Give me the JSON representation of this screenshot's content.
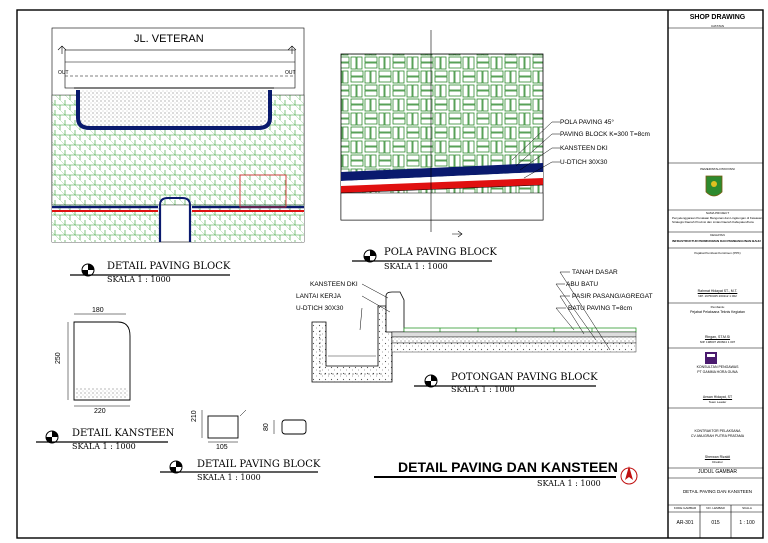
{
  "street_label": "JL. VETERAN",
  "plan_marks": [
    "OUT",
    "OUT"
  ],
  "details": {
    "paving_plan": {
      "title": "DETAIL PAVING BLOCK",
      "scale": "SKALA 1 : 1000"
    },
    "pattern": {
      "title": "POLA PAVING BLOCK",
      "scale": "SKALA 1 : 1000"
    },
    "kansteen": {
      "title": "DETAIL KANSTEEN",
      "scale": "SKALA 1 : 1000"
    },
    "paving_block": {
      "title": "DETAIL PAVING BLOCK",
      "scale": "SKALA 1 : 1000"
    },
    "section": {
      "title": "POTONGAN PAVING BLOCK",
      "scale": "SKALA 1 : 1000"
    }
  },
  "pattern_callouts": [
    "POLA PAVING 45°",
    "PAVING BLOCK K=300 T=8cm",
    "KANSTEEN DKI",
    "U-DTICH 30X30"
  ],
  "section_left_callouts": [
    "KANSTEEN DKI",
    "LANTAI KERJA",
    "U-DTICH 30X30"
  ],
  "section_right_callouts": [
    "TANAH DASAR",
    "ABU BATU",
    "PASIR PASANG/AGREGAT",
    "BATU PAVING T=8cm"
  ],
  "kansteen_dims": {
    "top": "180",
    "height": "250",
    "bottom": "220"
  },
  "block_dims": {
    "height": "210",
    "width": "105",
    "thickness": "80"
  },
  "drawing_title": "DETAIL PAVING DAN KANSTEEN",
  "drawing_scale": "SKALA 1 : 1000",
  "title_block": {
    "header": "SHOP DRAWING",
    "sub": "CATATAN",
    "owner_label": "PEMERINTAH PROVINSI",
    "project_label": "NAMA PROJECT",
    "project_name": "Penyelenggaraan Penataan Bangunan dan Lingkungan di Kawasan Strategis Daerah Provinsi dan Lintas Daerah Kabupaten/Kota",
    "activity_label": "KEGIATAN",
    "activity": "INFRASTRUKTUR PERMUKIMAN DAN PEMBANGUNAN BAHU",
    "ppk_label": "Pejabat Pembuat Komitmen (PPK)",
    "ppk_name": "Rahmat Hidayat ST., M.T.",
    "ppk_nip": "NIP. 19750325 200112 1 002",
    "pptk_label": "Pembantu",
    "pptk_role": "Pejabat Pelaksana Teknis Kegiatan",
    "pptk_name": "Ringan, ST.M.Si",
    "pptk_nip": "NIP. 198007 200604 1 007",
    "consultant_label": "KONSULTAN PENGAWAS",
    "consultant": "PT GAMMA HORA GUNA",
    "consultant_person": "Arwan Hidayat, ST",
    "consultant_role": "Team Leader",
    "contractor_label": "KONTRAKTOR PELAKSANA",
    "contractor": "CV ANUGRAH PUTRA PRATAMA",
    "contractor_person": "Sherwan Rizaldi",
    "contractor_role": "Direktur",
    "judul_label": "JUDUL GAMBAR",
    "judul": "DETAIL PAVING DAN KANSTEEN",
    "bottom_labels": [
      "KODE GAMBAR",
      "NO. LEMBAR",
      "SKALA"
    ],
    "bottom_values": [
      "AR-301",
      "015",
      "1 : 100"
    ]
  }
}
